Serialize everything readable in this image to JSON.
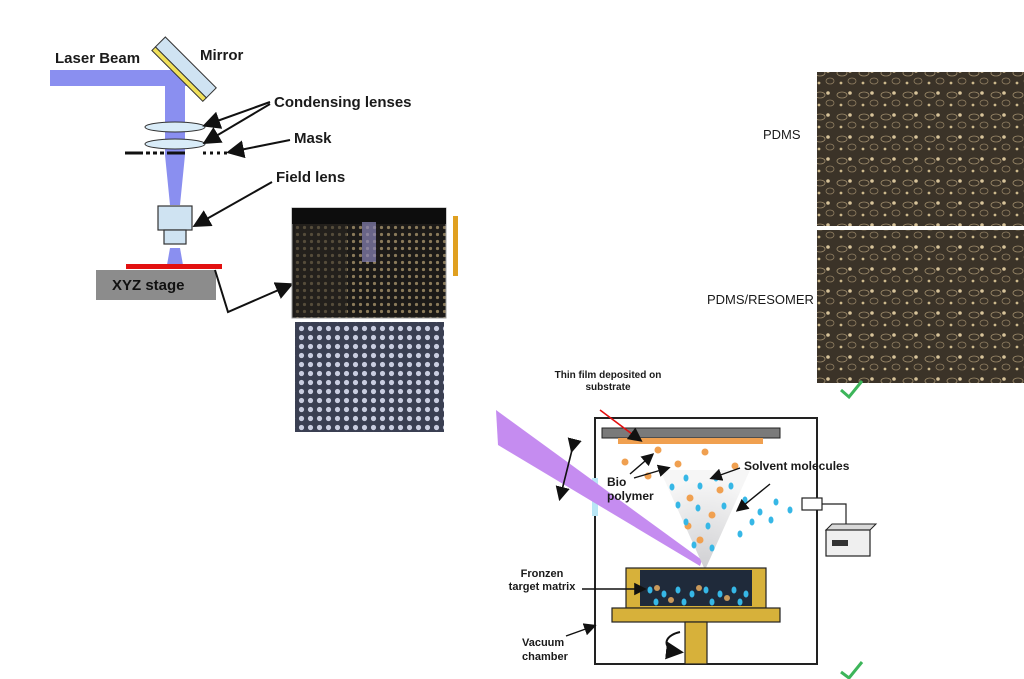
{
  "lithography": {
    "laser_beam": "Laser Beam",
    "mirror": "Mirror",
    "condensing_lenses": "Condensing lenses",
    "mask": "Mask",
    "field_lens": "Field lens",
    "xyz_stage": "XYZ stage"
  },
  "cell_images": {
    "pdms": "PDMS",
    "pdms_resomer": "PDMS/RESOMER"
  },
  "deposition": {
    "thin_film": "Thin film deposited on\nsubstrate",
    "biopolymer": "Bio\npolymer",
    "solvent_molecules": "Solvent molecules",
    "frozen_matrix": "Fronzen\ntarget matrix",
    "vacuum_chamber": "Vacuum\nchamber"
  },
  "colors": {
    "beam": "#8a8ff0",
    "mirror_fill": "#cfe3f2",
    "mirror_back": "#f0e05a",
    "stage_red": "#e21010",
    "stage_gray": "#8c8c8c",
    "laser_purple": "#c58cf0",
    "orange": "#f0a050",
    "cyan": "#36b7e6",
    "gold": "#d7b13a",
    "check_green": "#3db55a"
  },
  "icons": [
    "arrow-icon",
    "checkmark-icon",
    "controller-device-icon",
    "rotation-arrow-icon"
  ]
}
